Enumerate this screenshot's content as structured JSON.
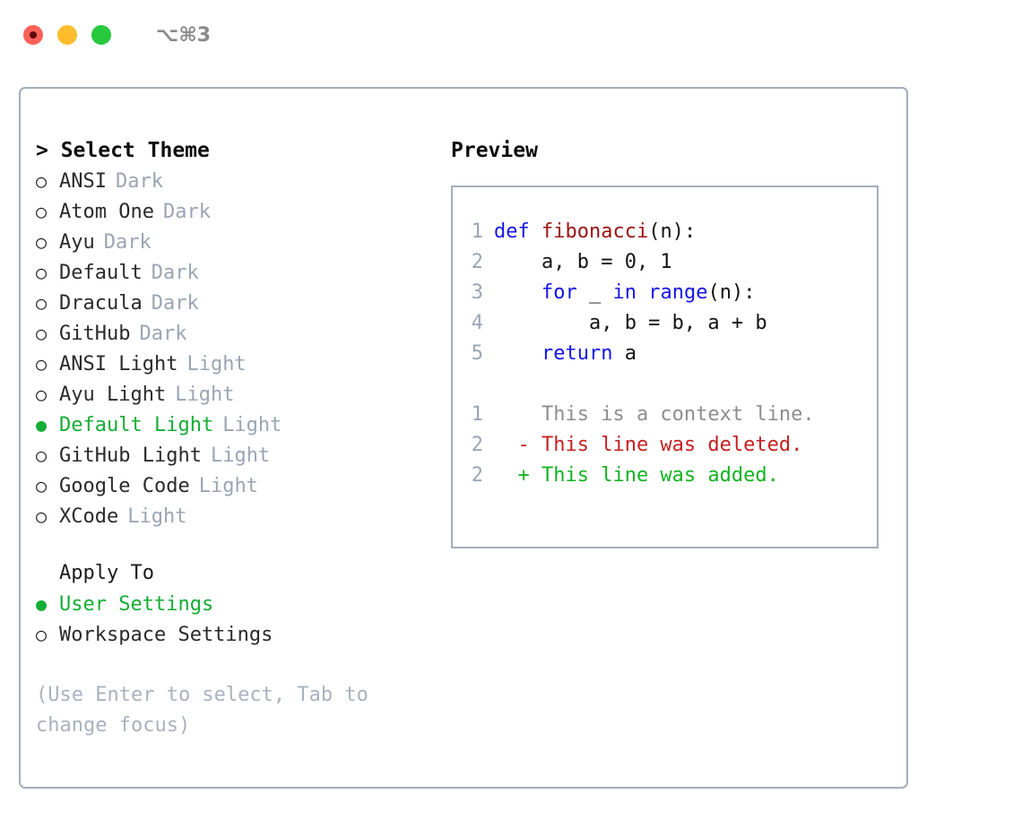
{
  "titlebar": {
    "lights": [
      {
        "name": "close",
        "color": "#ff6159"
      },
      {
        "name": "minimize",
        "color": "#ffbd2e"
      },
      {
        "name": "maximize",
        "color": "#28c83f"
      }
    ],
    "shortcut": "⌥⌘3"
  },
  "left": {
    "header": "> Select Theme",
    "themes": [
      {
        "bullet": "○",
        "name": "ANSI",
        "tag": "Dark",
        "selected": false
      },
      {
        "bullet": "○",
        "name": "Atom One",
        "tag": "Dark",
        "selected": false
      },
      {
        "bullet": "○",
        "name": "Ayu",
        "tag": "Dark",
        "selected": false
      },
      {
        "bullet": "○",
        "name": "Default",
        "tag": "Dark",
        "selected": false
      },
      {
        "bullet": "○",
        "name": "Dracula",
        "tag": "Dark",
        "selected": false
      },
      {
        "bullet": "○",
        "name": "GitHub",
        "tag": "Dark",
        "selected": false
      },
      {
        "bullet": "○",
        "name": "ANSI Light",
        "tag": "Light",
        "selected": false
      },
      {
        "bullet": "○",
        "name": "Ayu Light",
        "tag": "Light",
        "selected": false
      },
      {
        "bullet": "●",
        "name": "Default Light",
        "tag": "Light",
        "selected": true
      },
      {
        "bullet": "○",
        "name": "GitHub Light",
        "tag": "Light",
        "selected": false
      },
      {
        "bullet": "○",
        "name": "Google Code",
        "tag": "Light",
        "selected": false
      },
      {
        "bullet": "○",
        "name": "XCode",
        "tag": "Light",
        "selected": false
      }
    ],
    "apply_to": {
      "label": "Apply To",
      "options": [
        {
          "bullet": "●",
          "name": "User Settings",
          "selected": true
        },
        {
          "bullet": "○",
          "name": "Workspace Settings",
          "selected": false
        }
      ]
    },
    "hint": "(Use Enter to select, Tab to change focus)"
  },
  "right": {
    "header": "Preview",
    "code": [
      {
        "lineno": "1",
        "tokens": [
          {
            "t": "def ",
            "c": "kw"
          },
          {
            "t": "fibonacci",
            "c": "fn"
          },
          {
            "t": "(n):",
            "c": "plain"
          }
        ]
      },
      {
        "lineno": "2",
        "tokens": [
          {
            "t": "    a, b = 0, 1",
            "c": "plain"
          }
        ]
      },
      {
        "lineno": "3",
        "tokens": [
          {
            "t": "    ",
            "c": "plain"
          },
          {
            "t": "for",
            "c": "kw"
          },
          {
            "t": " _ ",
            "c": "plain"
          },
          {
            "t": "in",
            "c": "kw"
          },
          {
            "t": " ",
            "c": "plain"
          },
          {
            "t": "range",
            "c": "kw"
          },
          {
            "t": "(n):",
            "c": "plain"
          }
        ]
      },
      {
        "lineno": "4",
        "tokens": [
          {
            "t": "        a, b = b, a + b",
            "c": "plain"
          }
        ]
      },
      {
        "lineno": "5",
        "tokens": [
          {
            "t": "    ",
            "c": "plain"
          },
          {
            "t": "return",
            "c": "kw"
          },
          {
            "t": " a",
            "c": "plain"
          }
        ]
      }
    ],
    "diff": [
      {
        "lineno": "1",
        "marker": "  ",
        "text": "This is a context line.",
        "kind": "ctx"
      },
      {
        "lineno": "2",
        "marker": "- ",
        "text": "This line was deleted.",
        "kind": "del"
      },
      {
        "lineno": "2",
        "marker": "+ ",
        "text": "This line was added.",
        "kind": "add"
      }
    ]
  },
  "colors": {
    "accent_green": "#14ad34",
    "muted": "#9aa5b4",
    "border": "#a3adbc",
    "keyword": "#1414e6",
    "function": "#9b1010",
    "diff_add": "#11b321",
    "diff_del": "#c62020"
  }
}
